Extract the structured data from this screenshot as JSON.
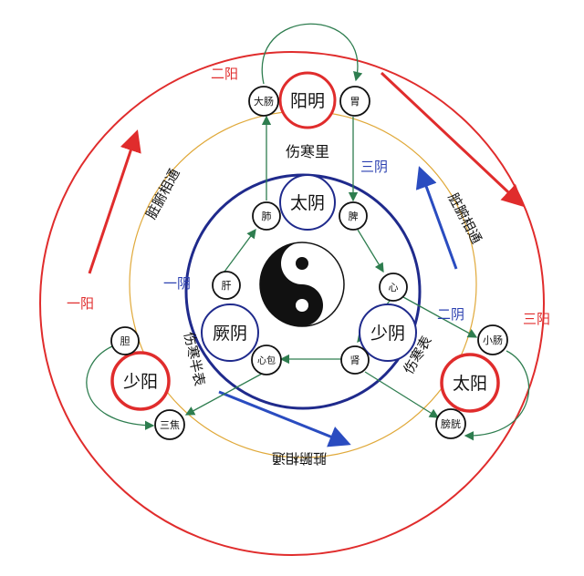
{
  "channels": {
    "yangming": "阳明",
    "taiyin": "太阴",
    "jueyin": "厥阴",
    "shaoyin": "少阴",
    "shaoyang": "少阳",
    "taiyang": "太阳"
  },
  "organs": {
    "large_intestine": "大肠",
    "stomach": "胃",
    "lung": "肺",
    "spleen": "脾",
    "liver": "肝",
    "heart": "心",
    "pericardium": "心包",
    "kidney": "肾",
    "gallbladder": "胆",
    "triple_burner": "三焦",
    "small_intestine": "小肠",
    "bladder": "膀胱"
  },
  "labels": {
    "er_yang": "二阳",
    "yi_yang": "一阳",
    "san_yang": "三阳",
    "san_yin": "三阴",
    "yi_yin": "一阴",
    "er_yin": "二阴",
    "shanghan_li": "伤寒里",
    "shanghan_biao_left": "伤寒半表",
    "shanghan_biao_right": "伤寒表",
    "zangfu_left": "脏腑相通",
    "zangfu_right": "脏腑相通",
    "zangfu_bottom": "脏腑相通"
  },
  "colors": {
    "red": "#e02c2c",
    "navy": "#1f2a8c",
    "blue": "#2a4cc0",
    "green": "#2e7d4f",
    "gold": "#e0a93a"
  }
}
